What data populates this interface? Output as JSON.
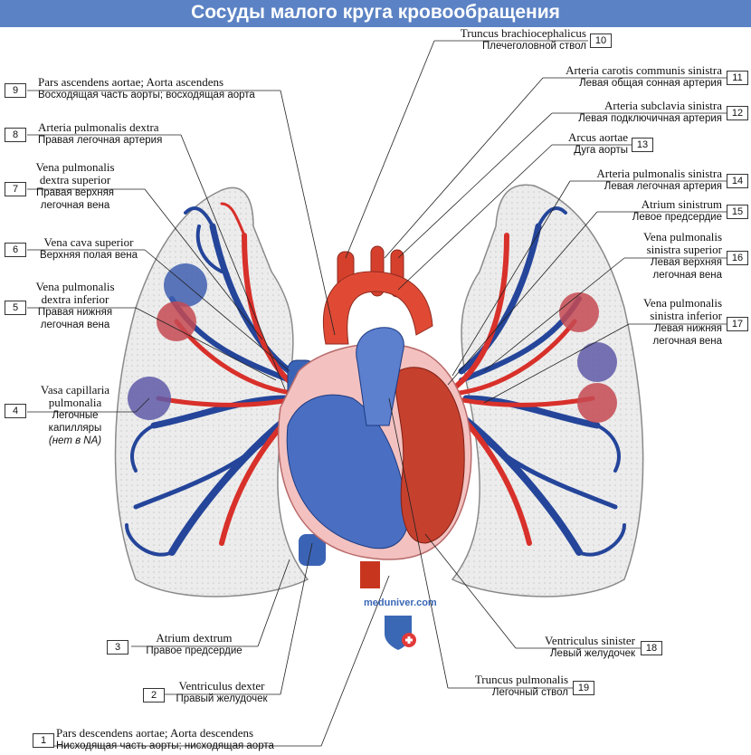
{
  "title": "Сосуды малого круга кровообращения",
  "watermark": "meduniver.com",
  "colors": {
    "artery": "#d8302a",
    "vein": "#24459a",
    "title_bar": "#5b82c4",
    "heart": "#e0503a"
  },
  "labels": [
    {
      "n": "1",
      "la": "Pars descendens aortae; Aorta descendens",
      "ru": "Нисходящая часть аорты; нисходящая аорта"
    },
    {
      "n": "2",
      "la": "Ventriculus dexter",
      "ru": "Правый желудочек"
    },
    {
      "n": "3",
      "la": "Atrium dextrum",
      "ru": "Правое предсердие"
    },
    {
      "n": "4",
      "la": "Vasa capillaria pulmonalia",
      "ru": "Легочные капилляры",
      "note": "(нет в NA)"
    },
    {
      "n": "5",
      "la": "Vena pulmonalis dextra inferior",
      "ru": "Правая нижняя легочная вена"
    },
    {
      "n": "6",
      "la": "Vena cava superior",
      "ru": "Верхняя полая вена"
    },
    {
      "n": "7",
      "la": "Vena pulmonalis dextra superior",
      "ru": "Правая верхняя легочная вена"
    },
    {
      "n": "8",
      "la": "Arteria pulmonalis dextra",
      "ru": "Правая легочная артерия"
    },
    {
      "n": "9",
      "la": "Pars ascendens aortae; Aorta ascendens",
      "ru": "Восходящая часть аорты; восходящая аорта"
    },
    {
      "n": "10",
      "la": "Truncus brachiocephalicus",
      "ru": "Плечеголовной ствол"
    },
    {
      "n": "11",
      "la": "Arteria carotis communis sinistra",
      "ru": "Левая общая сонная артерия"
    },
    {
      "n": "12",
      "la": "Arteria subclavia sinistra",
      "ru": "Левая подключичная артерия"
    },
    {
      "n": "13",
      "la": "Arcus aortae",
      "ru": "Дуга аорты"
    },
    {
      "n": "14",
      "la": "Arteria pulmonalis sinistra",
      "ru": "Левая легочная артерия"
    },
    {
      "n": "15",
      "la": "Atrium sinistrum",
      "ru": "Левое предсердие"
    },
    {
      "n": "16",
      "la": "Vena pulmonalis sinistra superior",
      "ru": "Левая верхняя легочная вена"
    },
    {
      "n": "17",
      "la": "Vena pulmonalis sinistra inferior",
      "ru": "Левая нижняя легочная вена"
    },
    {
      "n": "18",
      "la": "Ventriculus sinister",
      "ru": "Левый желудочек"
    },
    {
      "n": "19",
      "la": "Truncus pulmonalis",
      "ru": "Легочный ствол"
    }
  ]
}
